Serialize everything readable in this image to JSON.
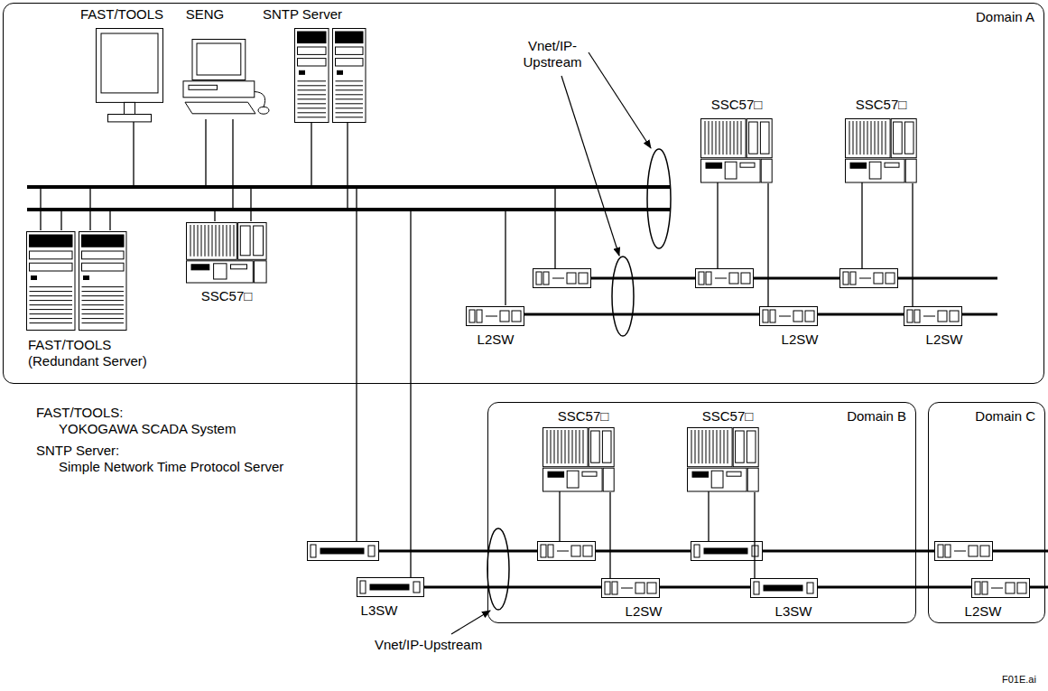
{
  "diagram": {
    "nodes": [
      {
        "text": [
          "Domain A"
        ]
      },
      {
        "text": [
          "FAST/TOOLS"
        ],
        "in": 0
      },
      {
        "text": [
          "SENG"
        ],
        "in": 0
      },
      {
        "text": [
          "SNTP Server"
        ],
        "in": 0
      },
      {
        "text": [
          "SSC57□"
        ],
        "in": 0
      },
      {
        "text": [
          "SSC57□"
        ],
        "in": 0
      },
      {
        "text": [
          "FAST/TOOLS (Redundant Server)"
        ],
        "in": 0
      },
      {
        "text": [
          "SSC57□"
        ],
        "in": 0
      },
      {
        "text": [
          "L2SW"
        ],
        "in": 0
      },
      {
        "text": [
          "L2SW"
        ],
        "in": 0
      },
      {
        "text": [
          "L2SW"
        ],
        "in": 0
      },
      {
        "text": [
          "Domain B"
        ]
      },
      {
        "text": [
          "SSC57□"
        ],
        "in": 11
      },
      {
        "text": [
          "SSC57□"
        ],
        "in": 11
      },
      {
        "text": [
          "L2SW"
        ],
        "in": 11
      },
      {
        "text": [
          "L3SW"
        ],
        "in": 11
      },
      {
        "text": [
          "L3SW"
        ]
      },
      {
        "text": [
          "Domain C"
        ]
      },
      {
        "text": [
          "L2SW"
        ],
        "in": 17
      }
    ],
    "edges": [
      {
        "from": 4,
        "to": 9,
        "arrow": "none"
      },
      {
        "from": 5,
        "to": 10,
        "arrow": "none"
      },
      {
        "from": 12,
        "to": 14,
        "arrow": "none"
      },
      {
        "from": 13,
        "to": 15,
        "arrow": "none"
      }
    ],
    "labels": [
      "Vnet/IP- Upstream",
      "FAST/TOOLS:",
      "YOKOGAWA SCADA System",
      "SNTP Server:",
      "Simple Network Time Protocol Server",
      "Vnet/IP-Upstream",
      "F01E.ai"
    ]
  }
}
